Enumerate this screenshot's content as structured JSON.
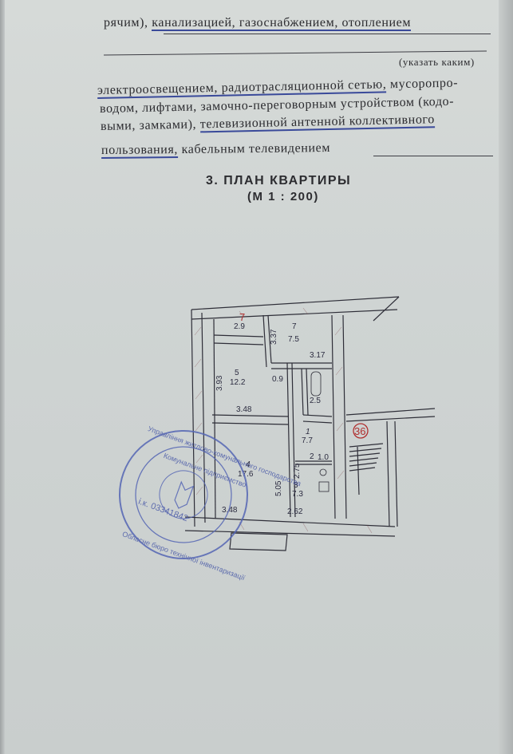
{
  "text": {
    "line1_start": "рячим),",
    "line1_underlined": "канализацией, газоснабжением, отоплением",
    "line2_note": "(указать каким)",
    "line3_underlined": "электроосвещением, радиотрасляционной сетью,",
    "line3_end": "мусоропро-",
    "line4": "водом, лифтами, замочно-переговорным устройством (кодо-",
    "line5_start": "выми, замками),",
    "line5_underlined": "телевизионной антенной коллективного",
    "line6_underlined": "пользования,",
    "line6_end": "кабельным телевидением"
  },
  "section": {
    "title": "3. ПЛАН КВАРТИРЫ",
    "scale": "(М 1 : 200)"
  },
  "plan": {
    "apartment_number": "36",
    "rooms": [
      {
        "id": "7",
        "area": "2.9"
      },
      {
        "id": "7",
        "area": "7.5"
      },
      {
        "id": "5",
        "area": "12.2"
      },
      {
        "id": "1",
        "area": "7.7"
      },
      {
        "id": "4",
        "area": "17.6"
      },
      {
        "id": "3",
        "area": "7.3"
      },
      {
        "id": "2",
        "area": "1.0"
      },
      {
        "id": "",
        "area": "2.5"
      },
      {
        "id": "",
        "area": "0.9"
      }
    ],
    "dimensions": [
      "3.37",
      "3.17",
      "3.93",
      "3.48",
      "5.05",
      "2.62",
      "3.48",
      "2.75"
    ]
  },
  "stamp": {
    "outer_text": "Управління житлово-комунального господарства",
    "inner_text": "Комунальне підприємство",
    "code": "і.к. 03341842",
    "bottom_text": "Обласне бюро технічної інвентаризації"
  }
}
